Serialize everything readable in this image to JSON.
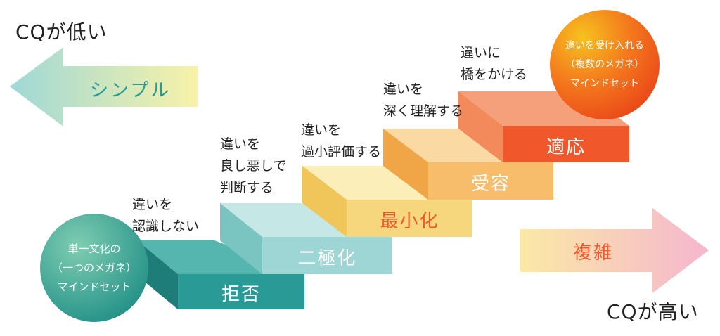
{
  "corners": {
    "top_left": "CQが低い",
    "bottom_right": "CQが高い"
  },
  "arrows": {
    "left": "シンプル",
    "right": "複雑"
  },
  "steps": [
    {
      "label": "拒否",
      "description": "違いを\n認識しない"
    },
    {
      "label": "二極化",
      "description": "違いを\n良し悪しで\n判断する"
    },
    {
      "label": "最小化",
      "description": "違いを\n過小評価する"
    },
    {
      "label": "受容",
      "description": "違いを\n深く理解する"
    },
    {
      "label": "適応",
      "description": "違いに\n橋をかける"
    }
  ],
  "circles": {
    "start": "単一文化の\n（一つのメガネ）\nマインドセット",
    "end": "違いを受け入れる\n（複数のメガネ）\nマインドセット"
  },
  "colors": {
    "step_1": "#2a9a96",
    "step_2": "#9ed6d6",
    "step_3": "#f7d77e",
    "step_4": "#f8bd6b",
    "step_5": "#f0572a",
    "left_arrow_from": "#9fd8d6",
    "left_arrow_to": "#f8f2a8",
    "right_arrow_from": "#fbe9a6",
    "right_arrow_to": "#f5b6cf"
  }
}
